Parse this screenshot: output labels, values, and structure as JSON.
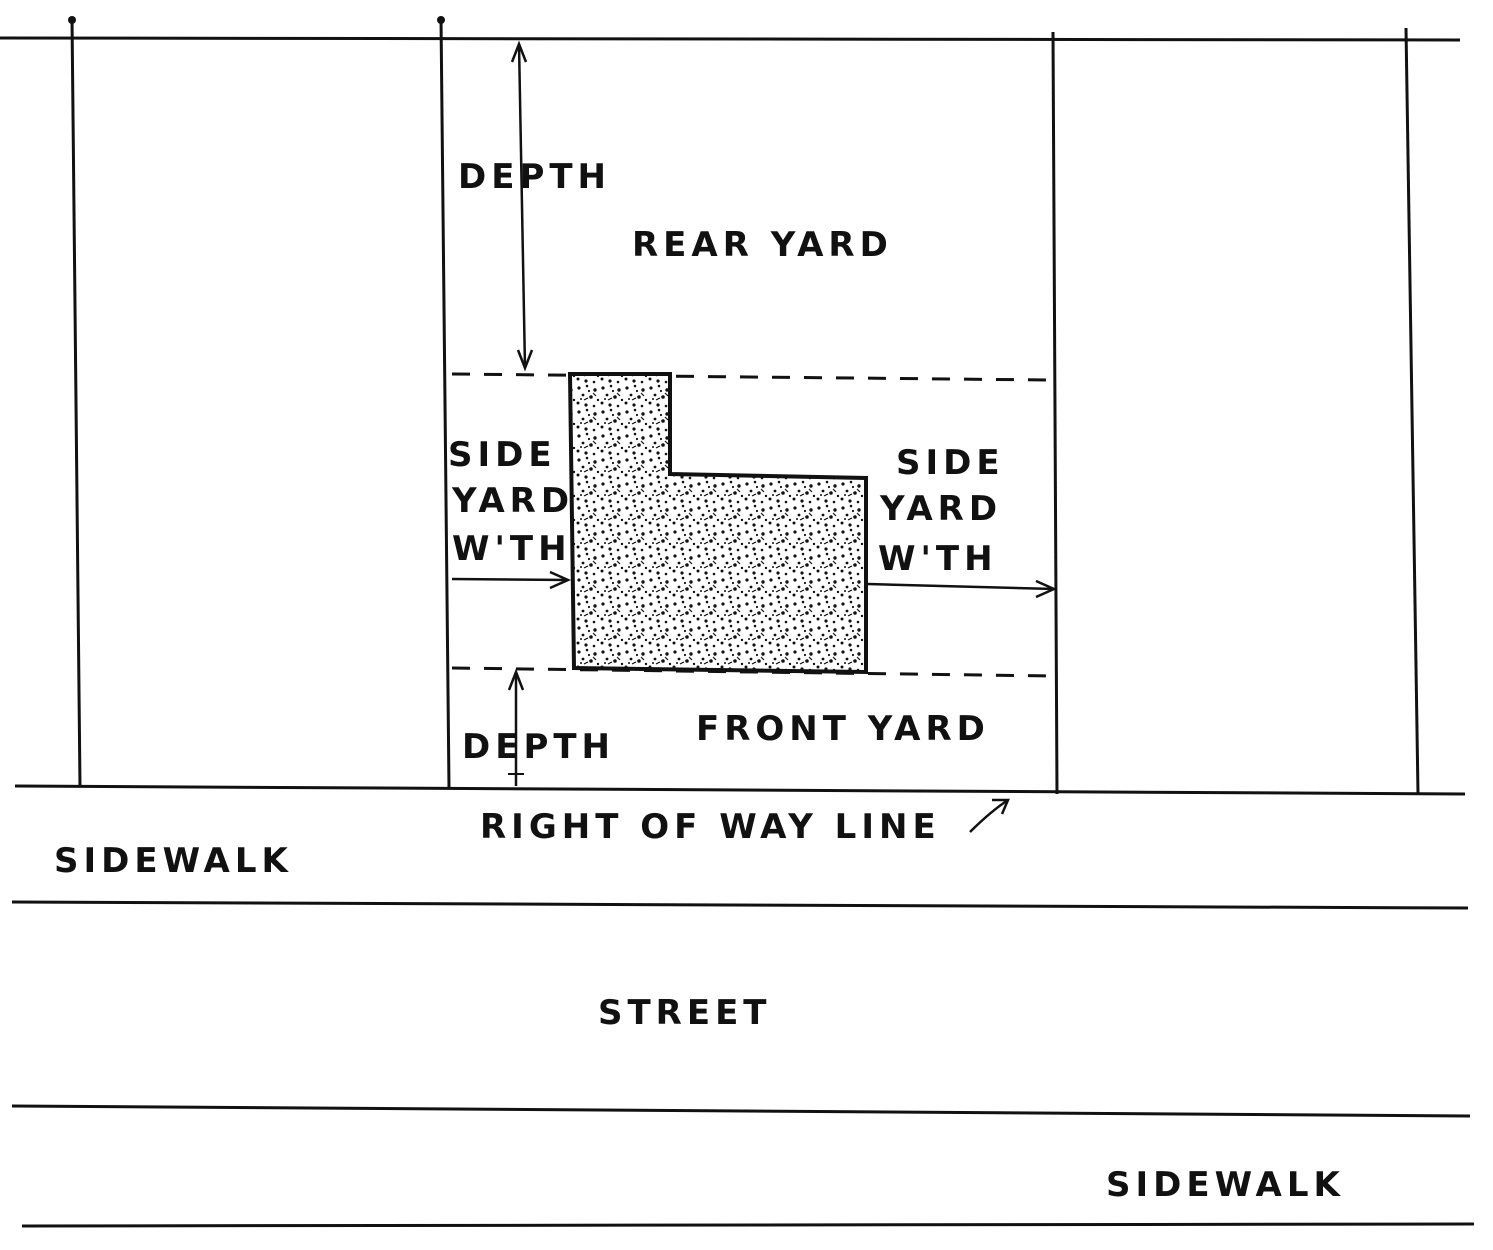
{
  "labels": {
    "rear_depth": "DEPTH",
    "rear_yard": "REAR YARD",
    "side_left": [
      "SIDE",
      "YARD",
      "W'TH"
    ],
    "side_right": [
      "SIDE",
      "YARD",
      "W'TH"
    ],
    "front_depth": "DEPTH",
    "front_yard": "FRONT YARD",
    "right_of_way": "RIGHT OF WAY LINE",
    "sidewalk_top": "SIDEWALK",
    "street": "STREET",
    "sidewalk_bottom": "SIDEWALK"
  },
  "colors": {
    "ink": "#111111",
    "paper": "#ffffff"
  }
}
